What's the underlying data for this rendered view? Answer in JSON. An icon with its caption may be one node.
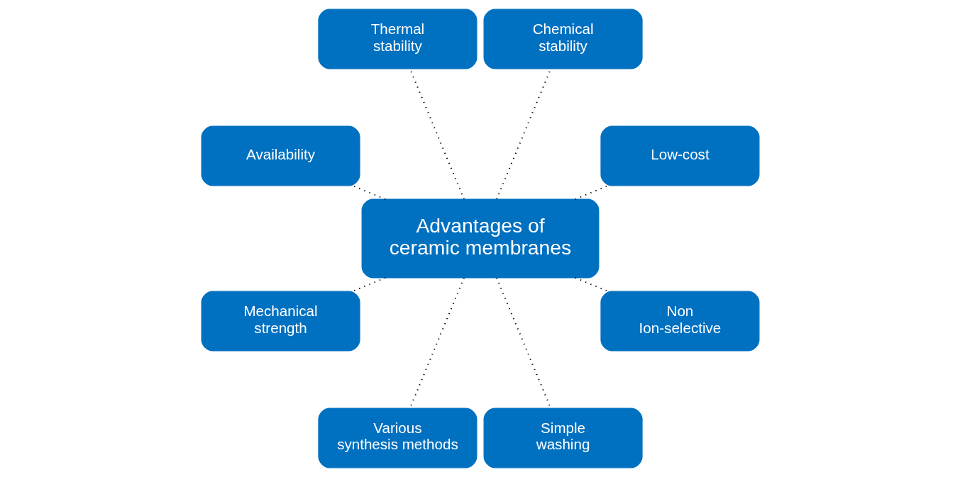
{
  "diagram": {
    "nodes": [
      {
        "text": [
          "Low-cost"
        ]
      },
      {
        "text": [
          "Chemical stability"
        ]
      },
      {
        "text": [
          "Thermal stability"
        ]
      },
      {
        "text": [
          "Availability"
        ]
      },
      {
        "text": [
          "Advantages of ceramic membranes"
        ]
      },
      {
        "text": [
          "Mechanical strength"
        ]
      },
      {
        "text": [
          "Various synthesis methods"
        ]
      },
      {
        "text": [
          "Simple washing"
        ]
      },
      {
        "text": [
          "Non Ion-selective"
        ]
      }
    ],
    "edges": [
      {
        "from": 4,
        "to": 0,
        "arrow": "none",
        "style": "dashed"
      },
      {
        "from": 4,
        "to": 2,
        "arrow": "none",
        "style": "dashed"
      },
      {
        "from": 4,
        "to": 5,
        "arrow": "none",
        "style": "dashed"
      },
      {
        "from": 4,
        "to": 7,
        "arrow": "none",
        "style": "dashed"
      },
      {
        "from": 4,
        "to": 8,
        "arrow": "none",
        "style": "dashed"
      },
      {
        "from": 4,
        "to": 6,
        "arrow": "none",
        "style": "dashed"
      },
      {
        "from": 4,
        "to": 3,
        "arrow": "none",
        "style": "dashed"
      },
      {
        "from": 4,
        "to": 1,
        "arrow": "none",
        "style": "dashed"
      }
    ]
  }
}
